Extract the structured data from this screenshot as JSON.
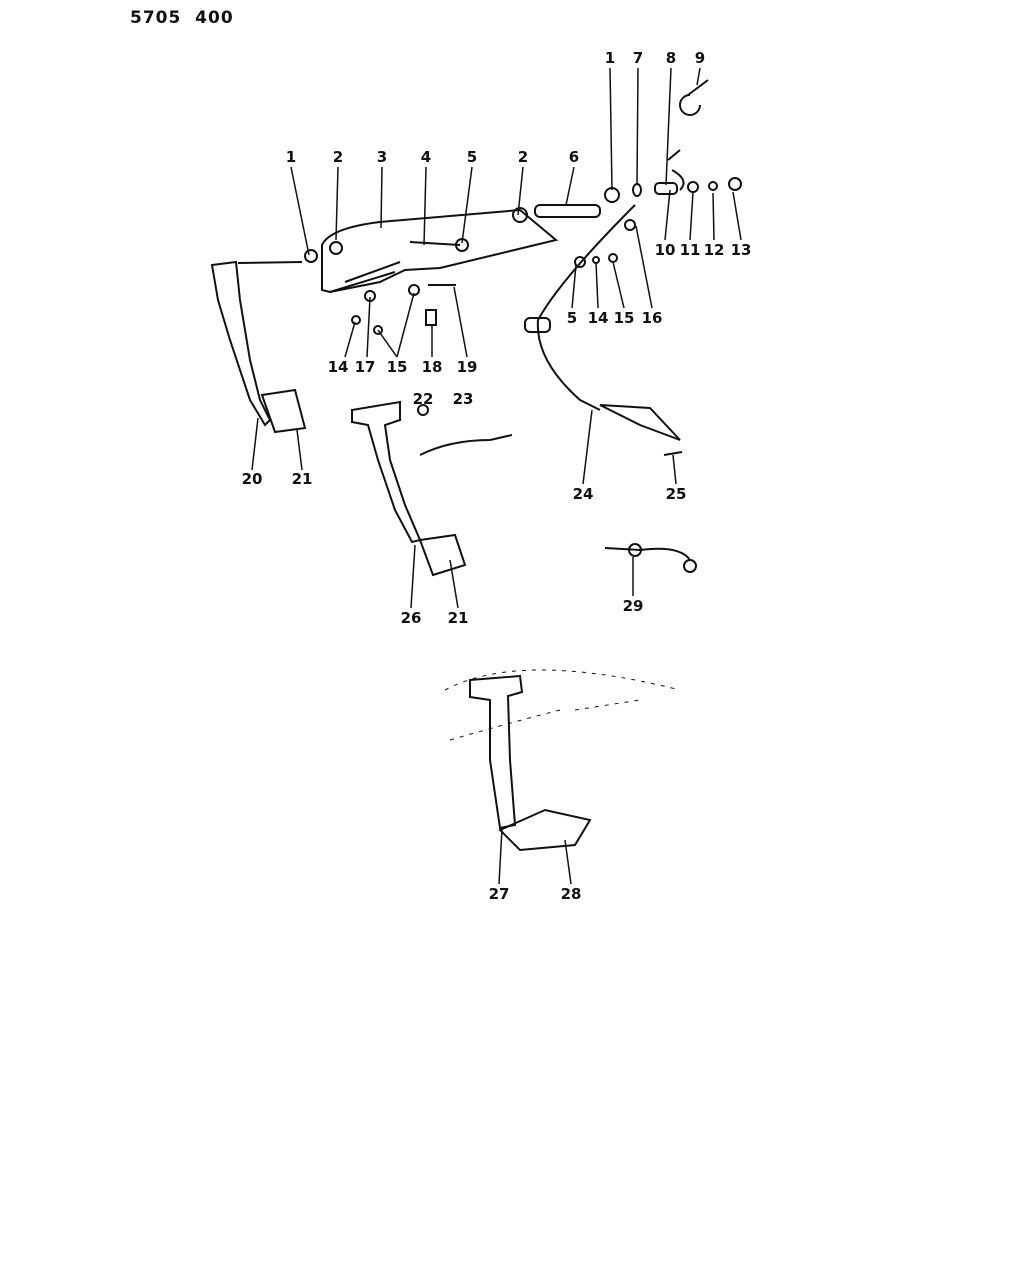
{
  "header": {
    "part_number": "5705",
    "group": "400"
  },
  "callouts": [
    "1",
    "2",
    "3",
    "4",
    "5",
    "2",
    "6",
    "1",
    "7",
    "8",
    "9",
    "10",
    "11",
    "12",
    "13",
    "5",
    "14",
    "15",
    "16",
    "14",
    "17",
    "15",
    "18",
    "19",
    "22",
    "23",
    "20",
    "21",
    "24",
    "25",
    "26",
    "21",
    "29",
    "27",
    "28"
  ]
}
